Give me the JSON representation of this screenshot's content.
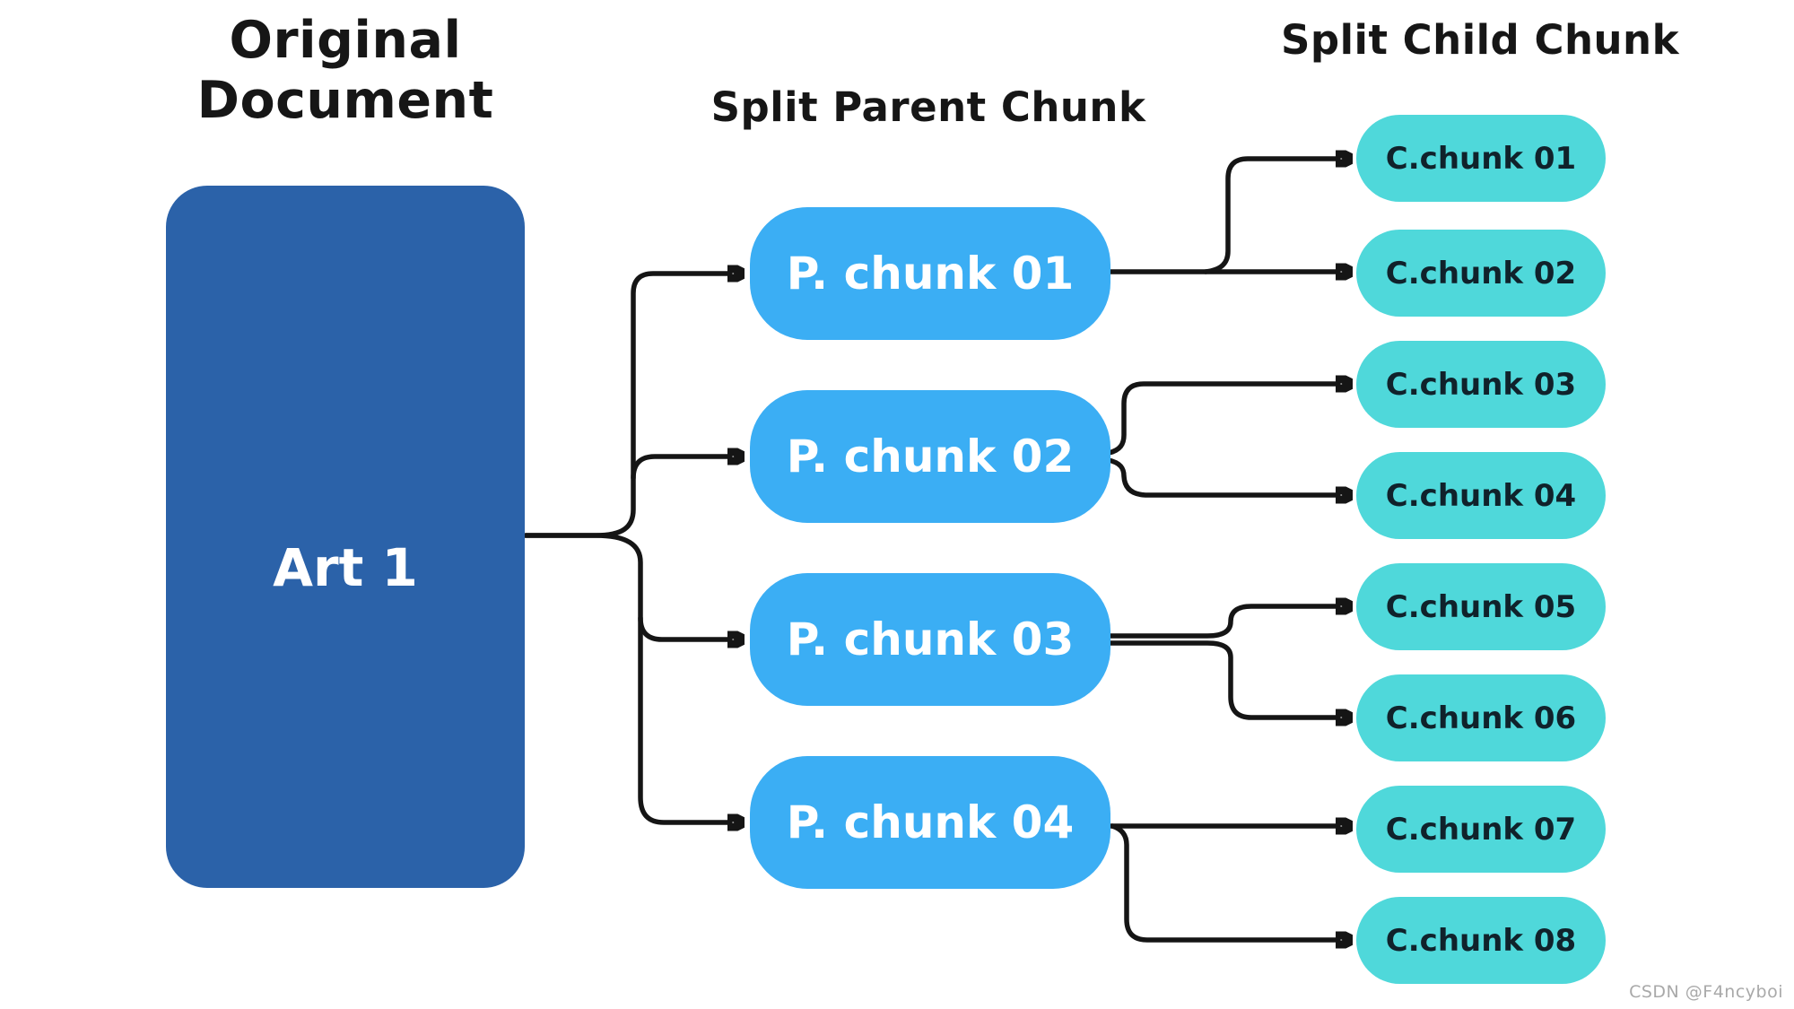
{
  "titles": {
    "original_document": "Original Document",
    "split_parent": "Split Parent Chunk",
    "split_child": "Split Child Chunk"
  },
  "document": {
    "label": "Art 1"
  },
  "parents": [
    {
      "label": "P. chunk 01"
    },
    {
      "label": "P. chunk 02"
    },
    {
      "label": "P. chunk 03"
    },
    {
      "label": "P. chunk 04"
    }
  ],
  "children": [
    {
      "label": "C.chunk 01"
    },
    {
      "label": "C.chunk 02"
    },
    {
      "label": "C.chunk 03"
    },
    {
      "label": "C.chunk 04"
    },
    {
      "label": "C.chunk 05"
    },
    {
      "label": "C.chunk 06"
    },
    {
      "label": "C.chunk 07"
    },
    {
      "label": "C.chunk 08"
    }
  ],
  "edges": [
    {
      "from": "Art 1",
      "to": "P. chunk 01"
    },
    {
      "from": "Art 1",
      "to": "P. chunk 02"
    },
    {
      "from": "Art 1",
      "to": "P. chunk 03"
    },
    {
      "from": "Art 1",
      "to": "P. chunk 04"
    },
    {
      "from": "P. chunk 01",
      "to": "C.chunk 01"
    },
    {
      "from": "P. chunk 01",
      "to": "C.chunk 02"
    },
    {
      "from": "P. chunk 02",
      "to": "C.chunk 03"
    },
    {
      "from": "P. chunk 02",
      "to": "C.chunk 04"
    },
    {
      "from": "P. chunk 03",
      "to": "C.chunk 05"
    },
    {
      "from": "P. chunk 03",
      "to": "C.chunk 06"
    },
    {
      "from": "P. chunk 04",
      "to": "C.chunk 07"
    },
    {
      "from": "P. chunk 04",
      "to": "C.chunk 08"
    }
  ],
  "colors": {
    "document_box": "#2b62a9",
    "parent_box": "#3baef4",
    "child_box": "#4fd8da",
    "arrow": "#151515",
    "heading_text": "#161616",
    "box_text_light": "#ffffff",
    "box_text_dark": "#10222b",
    "background": "#ffffff",
    "watermark_text": "#a9a9a9"
  },
  "watermark": "CSDN @F4ncyboi"
}
